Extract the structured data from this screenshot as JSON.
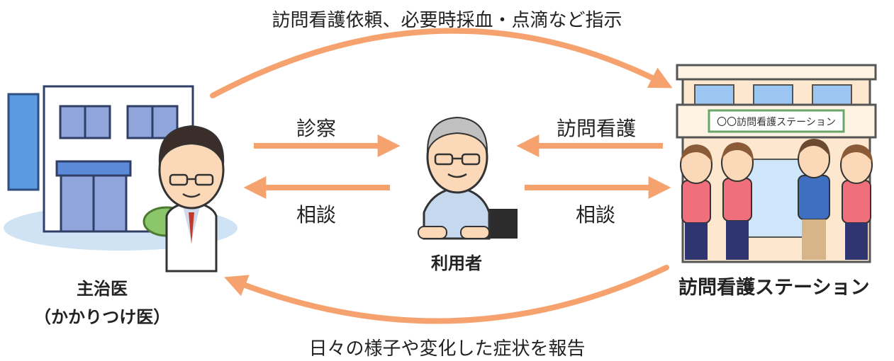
{
  "top_caption": "訪問看護依頼、必要時採血・点滴など指示",
  "bottom_caption": "日々の様子や変化した症状を報告",
  "left_arrows": {
    "to_patient": "診察",
    "to_doctor": "相談"
  },
  "right_arrows": {
    "to_patient": "訪問看護",
    "to_station": "相談"
  },
  "doctor": {
    "label_line1": "主治医",
    "label_line2": "（かかりつけ医）"
  },
  "patient": {
    "label": "利用者"
  },
  "station": {
    "label": "訪問看護ステーション",
    "sign": "〇〇訪問看護ステーション"
  },
  "colors": {
    "arrow": "#f5a26f",
    "clinic_blue": "#6b86cc",
    "nurse_pink": "#ef6f7c",
    "nurse_blue": "#3f6fc0"
  }
}
